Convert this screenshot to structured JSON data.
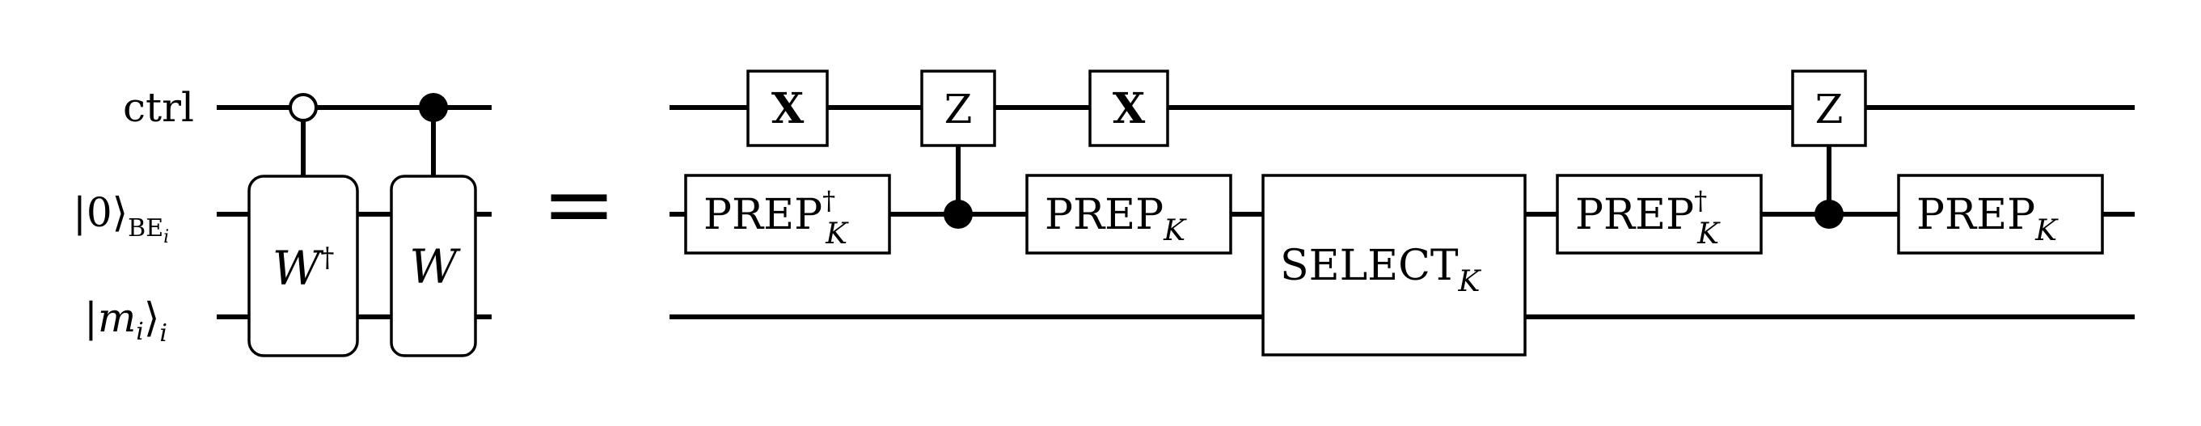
{
  "left_circuit": {
    "wire_labels": {
      "ctrl": "ctrl",
      "be_ket": "|0⟩",
      "be_sub": "BE",
      "be_sub_index": "i",
      "m_ket_open": "|",
      "m_var": "m",
      "m_var_sub": "i",
      "m_ket_close": "⟩",
      "m_ket_index": "i"
    },
    "gates": {
      "w_dagger": {
        "base": "W",
        "sup": "†",
        "control": "open-circle-on-ctrl"
      },
      "w": {
        "base": "W",
        "control": "filled-dot-on-ctrl"
      }
    }
  },
  "equals_sign": "=",
  "right_circuit": {
    "gates": {
      "x1": "X",
      "z1": "Z",
      "x2": "X",
      "z2": "Z",
      "prep_dag_1": {
        "base": "PREP",
        "sup": "†",
        "sub": "K"
      },
      "prep_1": {
        "base": "PREP",
        "sub": "K"
      },
      "select": {
        "base": "SELECT",
        "sub": "K"
      },
      "prep_dag_2": {
        "base": "PREP",
        "sup": "†",
        "sub": "K"
      },
      "prep_2": {
        "base": "PREP",
        "sub": "K"
      }
    }
  }
}
